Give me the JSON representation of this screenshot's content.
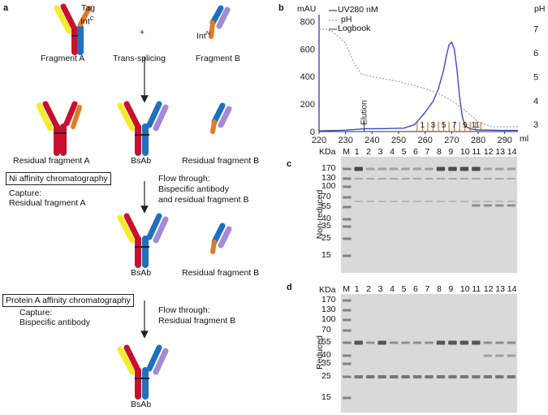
{
  "panel_labels": {
    "a": "a",
    "b": "b",
    "c": "c",
    "d": "d"
  },
  "schematic": {
    "fragment_a": "Fragment A",
    "fragment_b": "Fragment B",
    "tag": "Tag",
    "int_c": "Int",
    "int_c_sup": "C",
    "int_n": "Int",
    "int_n_sup": "N",
    "plus": "+",
    "trans_splicing": "Trans-splicing",
    "residual_a": "Residual fragment A",
    "bsab": "BsAb",
    "residual_b": "Residual fragment B",
    "ni_box": "Ni affinity chromatography",
    "capture1_title": "Capture:",
    "capture1_text": "Residual fragment A",
    "flow1_title": "Flow through:",
    "flow1_line2": "Bispecific antibody",
    "flow1_line3": "and residual fragment B",
    "bsab2": "BsAb",
    "residual_b2": "Residual fragment B",
    "proteinA_box": "Protein A affinity chromatography",
    "capture2_title": "Capture:",
    "capture2_text": "Bispecific antibody",
    "flow2_title": "Flow through:",
    "flow2_text": "Residual fragment B",
    "bsab3": "BsAb",
    "colors": {
      "heavy_red": "#c8102e",
      "light_yellow": "#f2ec2c",
      "heavy_blue": "#1f6fbf",
      "light_purple": "#a48ad6",
      "tag_orange": "#e27a24"
    }
  },
  "chart_data": {
    "type": "line",
    "y_left_label": "mAU",
    "y_right_label": "pH",
    "x_unit": "ml",
    "xlim": [
      220,
      295
    ],
    "ylim_left": [
      0,
      850
    ],
    "ylim_right": [
      2.7,
      7.6
    ],
    "x_ticks": [
      "220",
      "230",
      "240",
      "250",
      "260",
      "270",
      "280",
      "290"
    ],
    "y_left_ticks": [
      "0",
      "200",
      "400",
      "600",
      "800"
    ],
    "y_right_ticks": [
      "3",
      "4",
      "5",
      "6",
      "7"
    ],
    "legend": [
      "UV280 nM",
      "pH",
      "Logbook"
    ],
    "annotation": "Elution",
    "elution_x": 237,
    "fraction_labels": [
      "1",
      "3",
      "5",
      "7",
      "9",
      "11"
    ],
    "fraction_label_x": [
      259,
      263,
      267,
      271,
      275,
      279
    ],
    "fraction_marks_x": [
      257,
      259,
      261,
      263,
      265,
      267,
      269,
      271,
      273,
      275,
      277,
      279,
      281
    ],
    "series": [
      {
        "name": "UV280 nM",
        "color": "#3d48c8",
        "x": [
          220,
          230,
          237,
          245,
          252,
          256,
          260,
          263,
          265,
          267,
          268,
          269,
          270,
          271,
          272,
          273,
          274,
          275,
          277,
          280,
          285,
          290,
          295
        ],
        "y": [
          5,
          10,
          20,
          22,
          25,
          50,
          140,
          220,
          310,
          450,
          550,
          630,
          650,
          600,
          450,
          250,
          110,
          40,
          20,
          12,
          10,
          8,
          8
        ]
      },
      {
        "name": "pH",
        "color": "#999999",
        "dashed": true,
        "x": [
          220,
          222,
          225,
          230,
          233,
          236,
          240,
          250,
          260,
          265,
          270,
          275,
          280,
          285,
          290,
          295
        ],
        "y": [
          7.0,
          7.0,
          6.9,
          6.4,
          5.6,
          5.1,
          5.0,
          4.8,
          4.5,
          4.3,
          4.0,
          3.6,
          3.1,
          2.9,
          2.9,
          2.9
        ]
      }
    ]
  },
  "gel_c": {
    "kda": "KDa",
    "side_label": "Non-reduced",
    "lanes": [
      "M",
      "1",
      "2",
      "3",
      "4",
      "5",
      "6",
      "7",
      "8",
      "9",
      "10",
      "11",
      "12",
      "13",
      "14"
    ],
    "markers": [
      "170",
      "130",
      "100",
      "70",
      "55",
      "40",
      "35",
      "25",
      "15"
    ]
  },
  "gel_d": {
    "kda": "KDa",
    "side_label": "Reduced",
    "lanes": [
      "M",
      "1",
      "2",
      "3",
      "4",
      "5",
      "6",
      "7",
      "8",
      "9",
      "10",
      "11",
      "12",
      "13",
      "14"
    ],
    "markers": [
      "170",
      "130",
      "100",
      "70",
      "55",
      "40",
      "35",
      "25",
      "15"
    ]
  }
}
